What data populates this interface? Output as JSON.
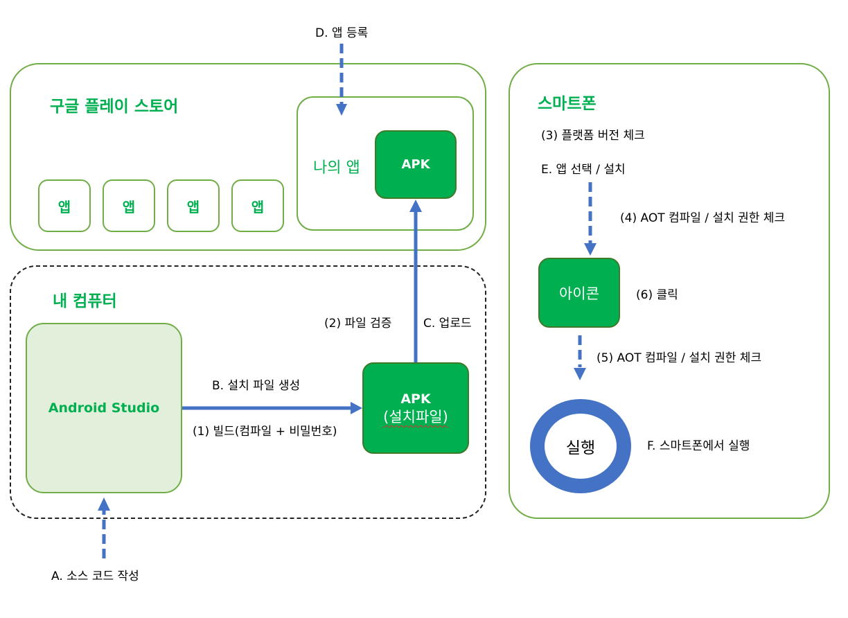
{
  "store": {
    "title": "구글 플레이 스토어",
    "apps": [
      "앱",
      "앱",
      "앱",
      "앱"
    ],
    "my_app_label": "나의 앱",
    "apk_label": "APK"
  },
  "computer": {
    "title": "내 컴퓨터",
    "studio_label": "Android Studio",
    "apk_line1": "APK",
    "apk_line2": "(설치파일)"
  },
  "phone": {
    "title": "스마트폰",
    "icon_label": "아이콘",
    "run_label": "실행"
  },
  "steps": {
    "d": "D. 앱 등록",
    "a": "A. 소스 코드 작성",
    "b": "B. 설치 파일 생성",
    "build": "(1) 빌드(컴파일 + 비밀번호)",
    "verify": "(2) 파일 검증",
    "c": "C. 업로드",
    "platform": "(3) 플랫폼 버전 체크",
    "e": "E. 앱 선택 / 설치",
    "aot4": "(4) AOT 컴파일 / 설치 권한 체크",
    "click": "(6) 클릭",
    "aot5": "(5) AOT 컴파일 / 설치 권한 체크",
    "f": "F. 스마트폰에서 실행"
  },
  "colors": {
    "green_fill": "#00b050",
    "green_border": "#70ad47",
    "light_green_fill": "#e2efda",
    "arrow_blue": "#4472c4",
    "ring_blue": "#4472c4"
  }
}
